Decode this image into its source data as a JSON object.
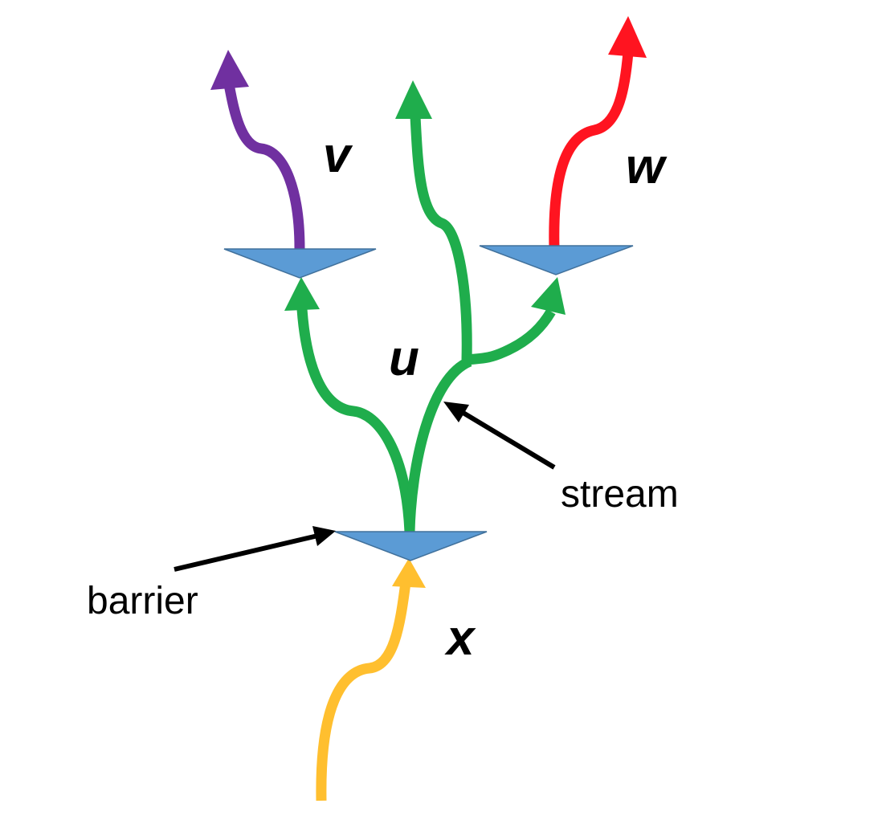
{
  "labels": {
    "v": "v",
    "u": "u",
    "w": "w",
    "x": "x",
    "stream": "stream",
    "barrier": "barrier"
  },
  "colors": {
    "x_stream": "#ffbf2f",
    "u_stream": "#1fad4c",
    "v_stream": "#7030a0",
    "w_stream": "#ff1420",
    "barrier_fill": "#5b9bd5",
    "pointer": "#000000"
  }
}
